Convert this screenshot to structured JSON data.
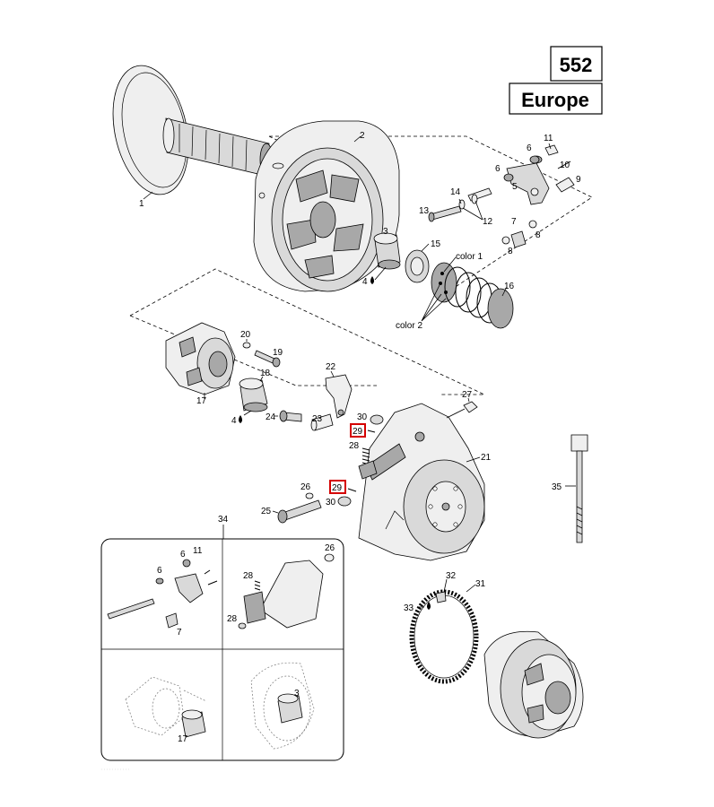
{
  "header": {
    "page_number": "552",
    "region": "Europe"
  },
  "callouts": {
    "c1": "1",
    "c2": "2",
    "c3": "3",
    "c4a": "4",
    "c4b": "4",
    "c5": "5",
    "c6a": "6",
    "c6b": "6",
    "c7": "7",
    "c8a": "8",
    "c8b": "8",
    "c9": "9",
    "c10": "10",
    "c11": "11",
    "c12": "12",
    "c13": "13",
    "c14": "14",
    "c15": "15",
    "c16": "16",
    "c17": "17",
    "c18": "18",
    "c19": "19",
    "c20": "20",
    "c21": "21",
    "c22": "22",
    "c23": "23",
    "c24": "24",
    "c25": "25",
    "c26": "26",
    "c27": "27",
    "c28": "28",
    "c29a": "29",
    "c29b": "29",
    "c30a": "30",
    "c30b": "30",
    "c31": "31",
    "c32": "32",
    "c33": "33",
    "c34": "34",
    "c35": "35",
    "color1": "color 1",
    "color2": "color 2"
  },
  "inset": {
    "c6a": "6",
    "c6b": "6",
    "c11": "11",
    "c7": "7",
    "c26": "26",
    "c28a": "28",
    "c28b": "28",
    "c3": "3",
    "c17": "17"
  },
  "highlight_color": "#d40000",
  "icons": {
    "lubricant": "oil-drop-icon"
  }
}
